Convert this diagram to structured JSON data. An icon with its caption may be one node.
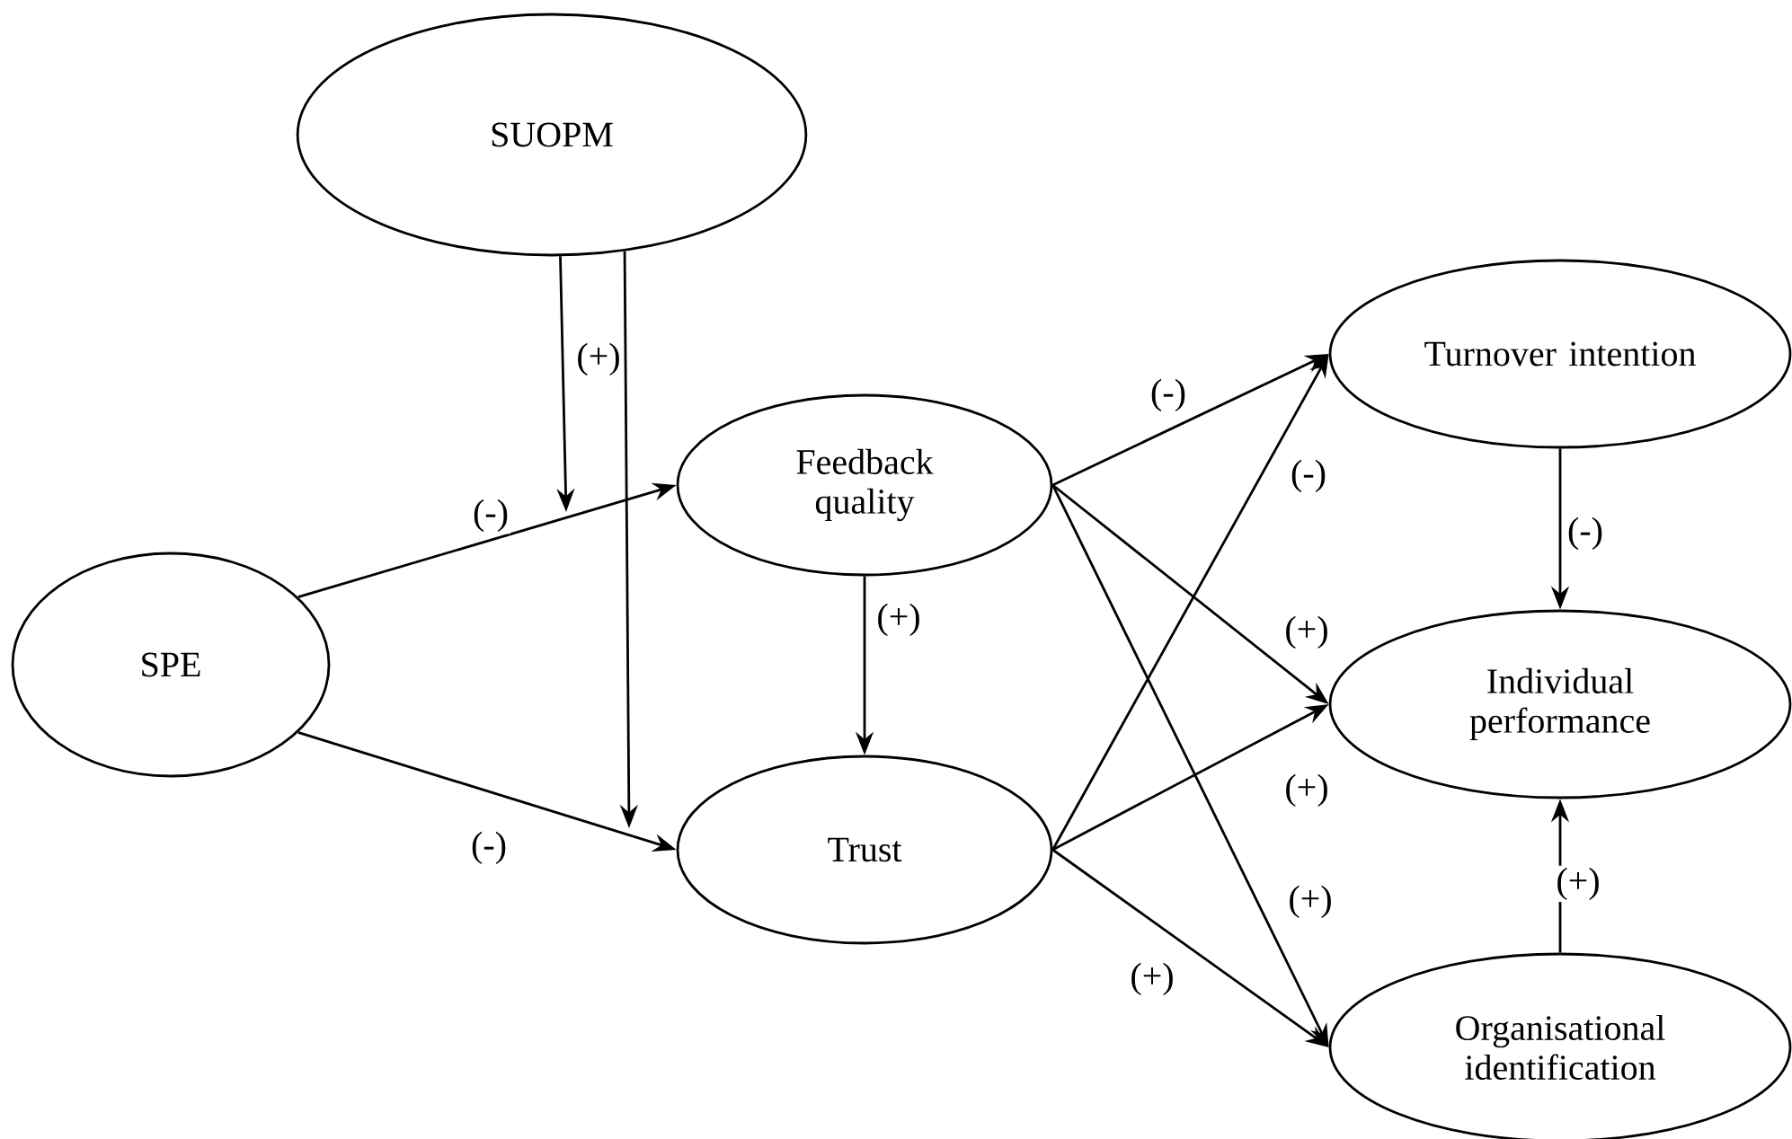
{
  "diagram": {
    "nodes": [
      {
        "text": [
          "SUOPM"
        ]
      },
      {
        "text": [
          "SPE"
        ]
      },
      {
        "text": [
          "Feedback quality"
        ]
      },
      {
        "text": [
          "Trust"
        ]
      },
      {
        "text": [
          "Turnover intention"
        ]
      },
      {
        "text": [
          "Individual performance"
        ]
      },
      {
        "text": [
          "Organisational identification"
        ]
      }
    ],
    "edges": [
      {
        "from": 1,
        "to": 2,
        "arrow": "to",
        "label": "(-)"
      },
      {
        "from": 1,
        "to": 3,
        "arrow": "to",
        "label": "(-)"
      },
      {
        "from": 0,
        "to": null,
        "arrow": "to",
        "label": "(+)"
      },
      {
        "from": 0,
        "to": null,
        "arrow": "to"
      },
      {
        "from": 2,
        "to": 3,
        "arrow": "to",
        "label": "(+)"
      },
      {
        "from": 2,
        "to": 4,
        "arrow": "to",
        "label": "(-)"
      },
      {
        "from": 2,
        "to": 5,
        "arrow": "to",
        "label": "(+)"
      },
      {
        "from": 2,
        "to": 6,
        "arrow": "to",
        "label": "(+)"
      },
      {
        "from": 3,
        "to": 4,
        "arrow": "to",
        "label": "(-)"
      },
      {
        "from": 3,
        "to": 5,
        "arrow": "to",
        "label": "(+)"
      },
      {
        "from": 3,
        "to": 6,
        "arrow": "to",
        "label": "(+)"
      },
      {
        "from": 4,
        "to": 5,
        "arrow": "to",
        "label": "(-)"
      },
      {
        "from": 6,
        "to": 5,
        "arrow": "to",
        "label": "(+)"
      }
    ]
  }
}
